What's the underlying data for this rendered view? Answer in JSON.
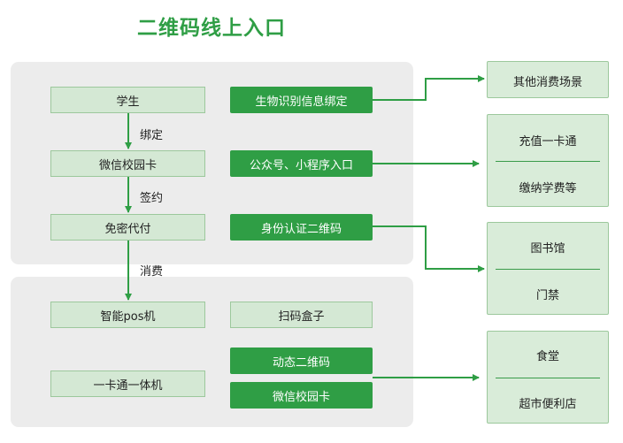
{
  "title": "二维码线上入口",
  "left_column": {
    "student": "学生",
    "wechat_card": "微信校园卡",
    "free_pay": "免密代付",
    "pos": "智能pos机",
    "all_in_one": "一卡通一体机"
  },
  "edge_labels": {
    "bind": "绑定",
    "sign": "签约",
    "consume": "消费"
  },
  "middle_column": {
    "bio": "生物识别信息绑定",
    "official": "公众号、小程序入口",
    "id_qr": "身份认证二维码",
    "scan_box": "扫码盒子",
    "dynamic_qr": "动态二维码",
    "wechat_card2": "微信校园卡"
  },
  "right_cards": {
    "scenes": [
      "其他消费场景"
    ],
    "recharge": [
      "充值一卡通",
      "缴纳学费等"
    ],
    "library": [
      "图书馆",
      "门禁"
    ],
    "canteen": [
      "食堂",
      "超市便利店"
    ]
  },
  "colors": {
    "green": "#2f9e45",
    "light_green": "#d4e8d4",
    "panel_gray": "#ececec"
  }
}
